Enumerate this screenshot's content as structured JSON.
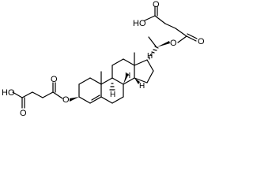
{
  "labels": {
    "hydroxyl_top": "HO",
    "carbonyl_o_top_1": "O",
    "carbonyl_o_top_2": "O",
    "ester_o_top": "O",
    "hydroxyl_left": "HO",
    "carbonyl_o_left_1": "O",
    "carbonyl_o_left_2": "O",
    "ester_o_left": "O",
    "h_8": "H",
    "h_9": "H",
    "h_14": "H",
    "h_17": "H"
  }
}
